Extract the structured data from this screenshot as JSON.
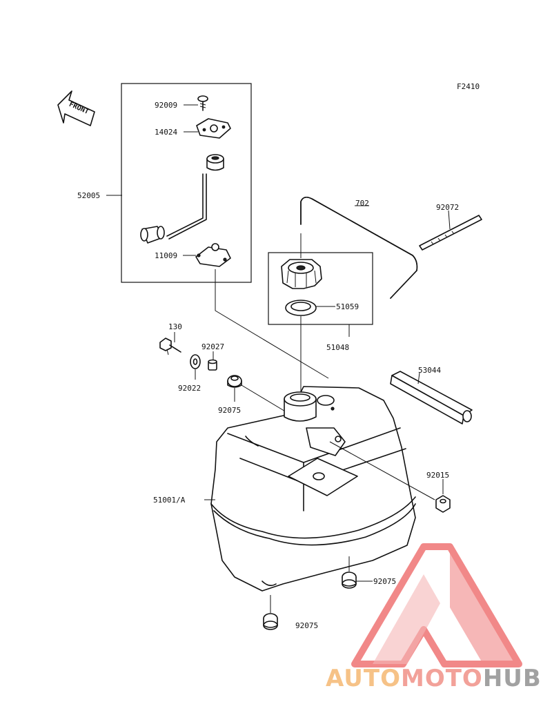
{
  "diagram_code": "F2410",
  "front_label": "FRONT",
  "labels": {
    "p92009": "92009",
    "p14024": "14024",
    "p52005": "52005",
    "p11009": "11009",
    "p702": "702",
    "p92072": "92072",
    "p51059": "51059",
    "p51048": "51048",
    "p130": "130",
    "p92027": "92027",
    "p92022": "92022",
    "p92075a": "92075",
    "p53044": "53044",
    "p92015": "92015",
    "p51001A": "51001/A",
    "p92075b": "92075",
    "p92075c": "92075"
  },
  "watermark": {
    "part1": "AUTO",
    "part2": "MOTO",
    "part3": "HUB",
    "color_light": "#f5b46a",
    "color_mid": "#f08a80",
    "color_dark": "#8a8a8a",
    "triangle_color": "#ee6b6b"
  }
}
